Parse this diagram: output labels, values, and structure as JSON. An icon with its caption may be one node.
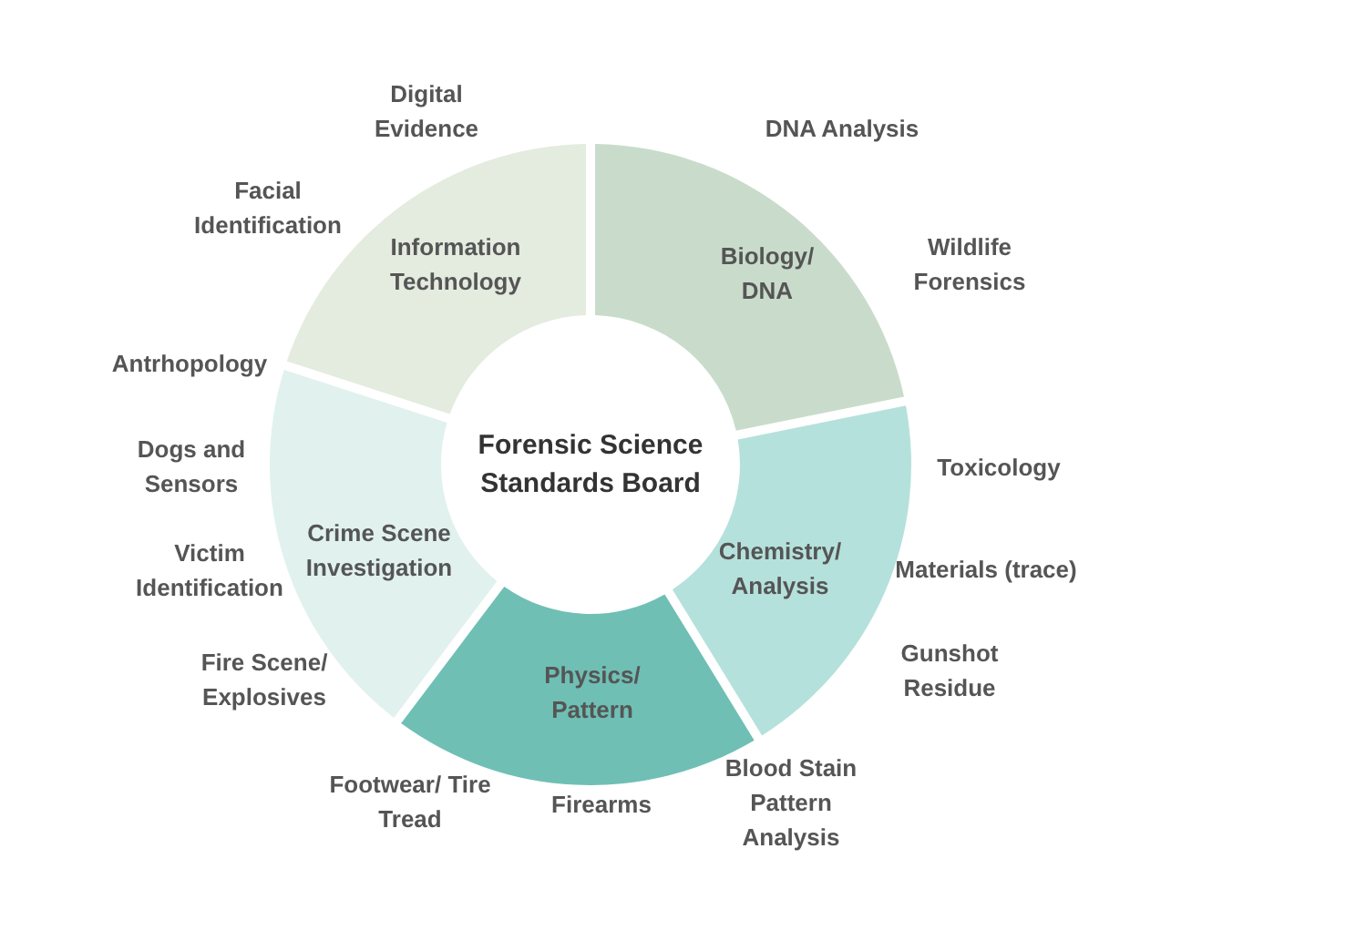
{
  "diagram": {
    "nodes": [
      {
        "text": [
          "Forensic Science Standards Board"
        ]
      },
      {
        "text": [
          "Information Technology"
        ],
        "beside": [
          "Digital Evidence",
          "Facial Identification"
        ]
      },
      {
        "text": [
          "Biology/ DNA"
        ],
        "beside": [
          "DNA Analysis",
          "Wildlife Forensics"
        ]
      },
      {
        "text": [
          "Chemistry/ Analysis"
        ],
        "beside": [
          "Toxicology",
          "Materials (trace)",
          "Gunshot Residue"
        ]
      },
      {
        "text": [
          "Physics/ Pattern"
        ],
        "beside": [
          "Blood Stain Pattern Analysis",
          "Firearms",
          "Footwear/ Tire Tread"
        ]
      },
      {
        "text": [
          "Crime Scene Investigation"
        ],
        "beside": [
          "Antrhopology",
          "Dogs and Sensors",
          "Victim Identification",
          "Fire Scene/ Explosives"
        ]
      }
    ],
    "edges": []
  }
}
